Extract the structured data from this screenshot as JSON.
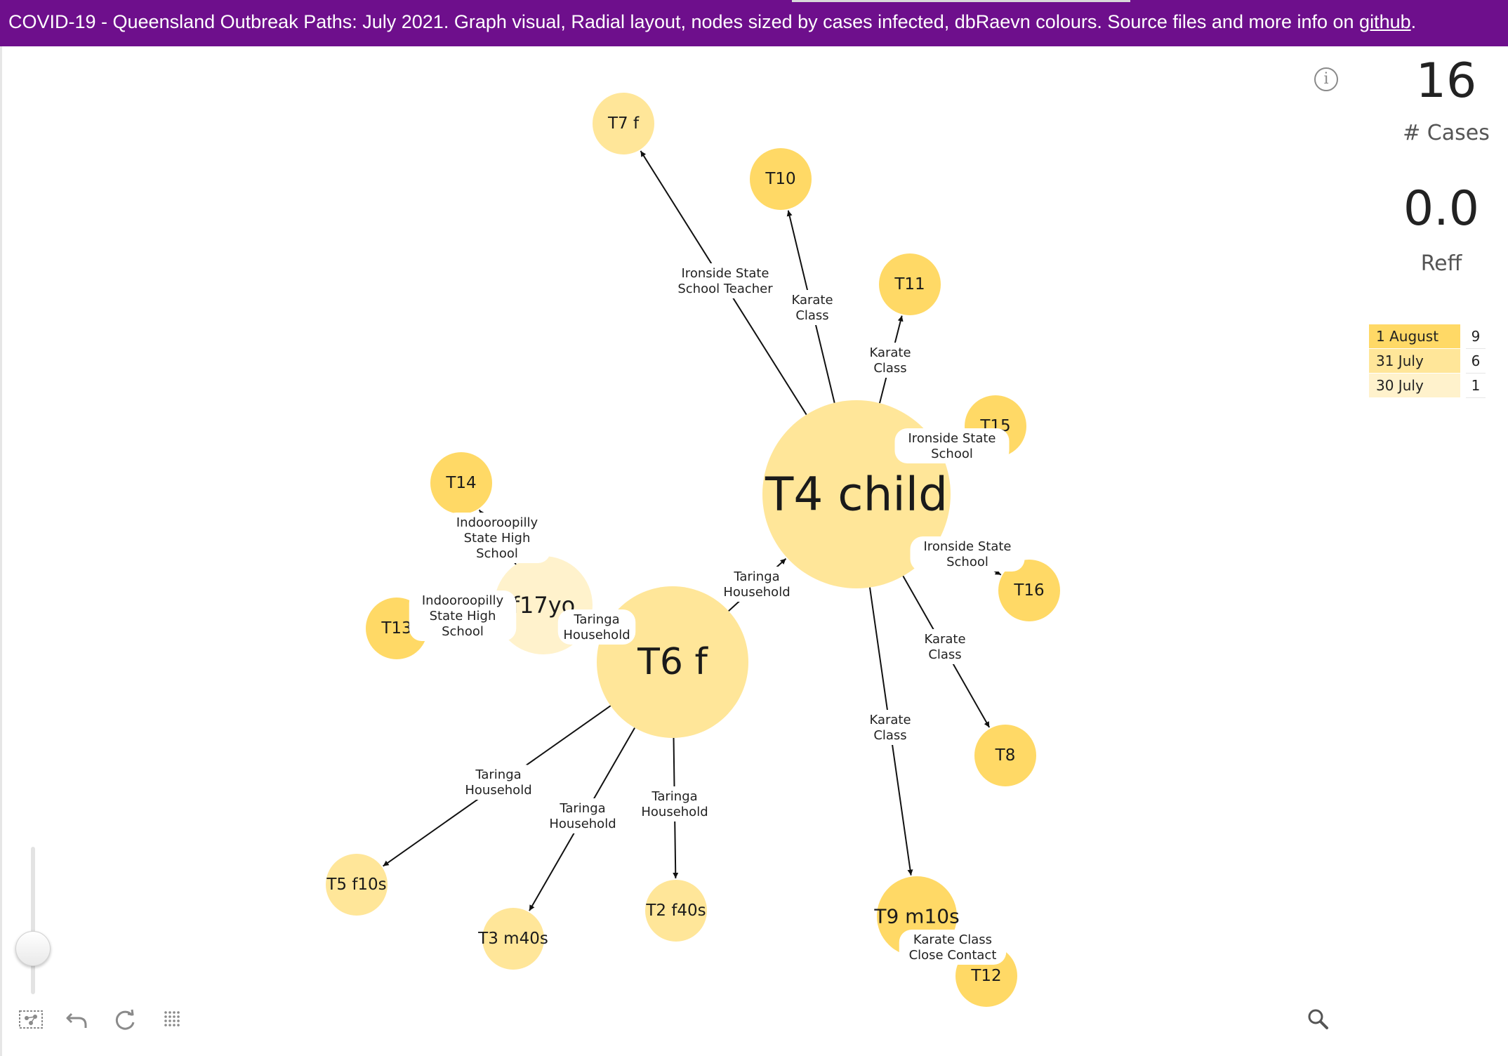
{
  "header": {
    "title": "COVID-19  - Queensland Outbreak Paths: July 2021.  Graph visual, Radial layout, nodes sized by cases infected, dbRaevn colours. Source files and more info on ",
    "link_text": "github",
    "suffix": "."
  },
  "kpis": {
    "cases": {
      "value": "16",
      "label": "# Cases"
    },
    "reff": {
      "value": "0.0",
      "label": "Reff"
    }
  },
  "legend": [
    {
      "label": "1 August",
      "count": "9",
      "color": "#ffd966"
    },
    {
      "label": "31 July",
      "count": "6",
      "color": "#ffe699"
    },
    {
      "label": "30 July",
      "count": "1",
      "color": "#fff2cc"
    }
  ],
  "colors": {
    "header_bg": "#6e0f8c",
    "node_aug1": "#ffd966",
    "node_jul31": "#ffe699",
    "node_jul30": "#fff2cc"
  },
  "icons": {
    "info": "info-icon",
    "search": "search-icon",
    "fit": "fit-to-view-icon",
    "undo": "undo-icon",
    "refresh": "refresh-icon",
    "grid": "grid-icon"
  },
  "graph": {
    "nodes": [
      {
        "id": "T4",
        "label": "T4 child",
        "date": "31 July"
      },
      {
        "id": "T6",
        "label": "T6 f",
        "date": "31 July"
      },
      {
        "id": "T17",
        "label": "f17yo",
        "date": "30 July"
      },
      {
        "id": "T7",
        "label": "T7 f",
        "date": "31 July"
      },
      {
        "id": "T10",
        "label": "T10",
        "date": "1 August"
      },
      {
        "id": "T11",
        "label": "T11",
        "date": "1 August"
      },
      {
        "id": "T15",
        "label": "T15",
        "date": "1 August"
      },
      {
        "id": "T16",
        "label": "T16",
        "date": "1 August"
      },
      {
        "id": "T8",
        "label": "T8",
        "date": "1 August"
      },
      {
        "id": "T9",
        "label": "T9 m10s",
        "date": "1 August"
      },
      {
        "id": "T12",
        "label": "T12",
        "date": "1 August"
      },
      {
        "id": "T14",
        "label": "T14",
        "date": "1 August"
      },
      {
        "id": "T13",
        "label": "T13",
        "date": "1 August"
      },
      {
        "id": "T5",
        "label": "T5 f10s",
        "date": "31 July"
      },
      {
        "id": "T3",
        "label": "T3 m40s",
        "date": "31 July"
      },
      {
        "id": "T2",
        "label": "T2 f40s",
        "date": "31 July"
      }
    ],
    "edges": [
      {
        "from": "T4",
        "to": "T7",
        "label": [
          "Ironside State",
          "School Teacher"
        ]
      },
      {
        "from": "T4",
        "to": "T10",
        "label": [
          "Karate",
          "Class"
        ]
      },
      {
        "from": "T4",
        "to": "T11",
        "label": [
          "Karate",
          "Class"
        ]
      },
      {
        "from": "T4",
        "to": "T15",
        "label": [
          "Ironside State",
          "School"
        ]
      },
      {
        "from": "T4",
        "to": "T16",
        "label": [
          "Ironside State",
          "School"
        ]
      },
      {
        "from": "T4",
        "to": "T8",
        "label": [
          "Karate",
          "Class"
        ]
      },
      {
        "from": "T4",
        "to": "T9",
        "label": [
          "Karate",
          "Class"
        ]
      },
      {
        "from": "T9",
        "to": "T12",
        "label": [
          "Karate Class",
          "Close Contact"
        ]
      },
      {
        "from": "T6",
        "to": "T4",
        "label": [
          "Taringa",
          "Household"
        ]
      },
      {
        "from": "T6",
        "to": "T5",
        "label": [
          "Taringa",
          "Household"
        ]
      },
      {
        "from": "T6",
        "to": "T3",
        "label": [
          "Taringa",
          "Household"
        ]
      },
      {
        "from": "T6",
        "to": "T2",
        "label": [
          "Taringa",
          "Household"
        ]
      },
      {
        "from": "T17",
        "to": "T6",
        "label": [
          "Taringa",
          "Household"
        ]
      },
      {
        "from": "T17",
        "to": "T14",
        "label": [
          "Indooroopilly",
          "State High",
          "School"
        ]
      },
      {
        "from": "T17",
        "to": "T13",
        "label": [
          "Indooroopilly",
          "State High",
          "School"
        ]
      }
    ]
  }
}
